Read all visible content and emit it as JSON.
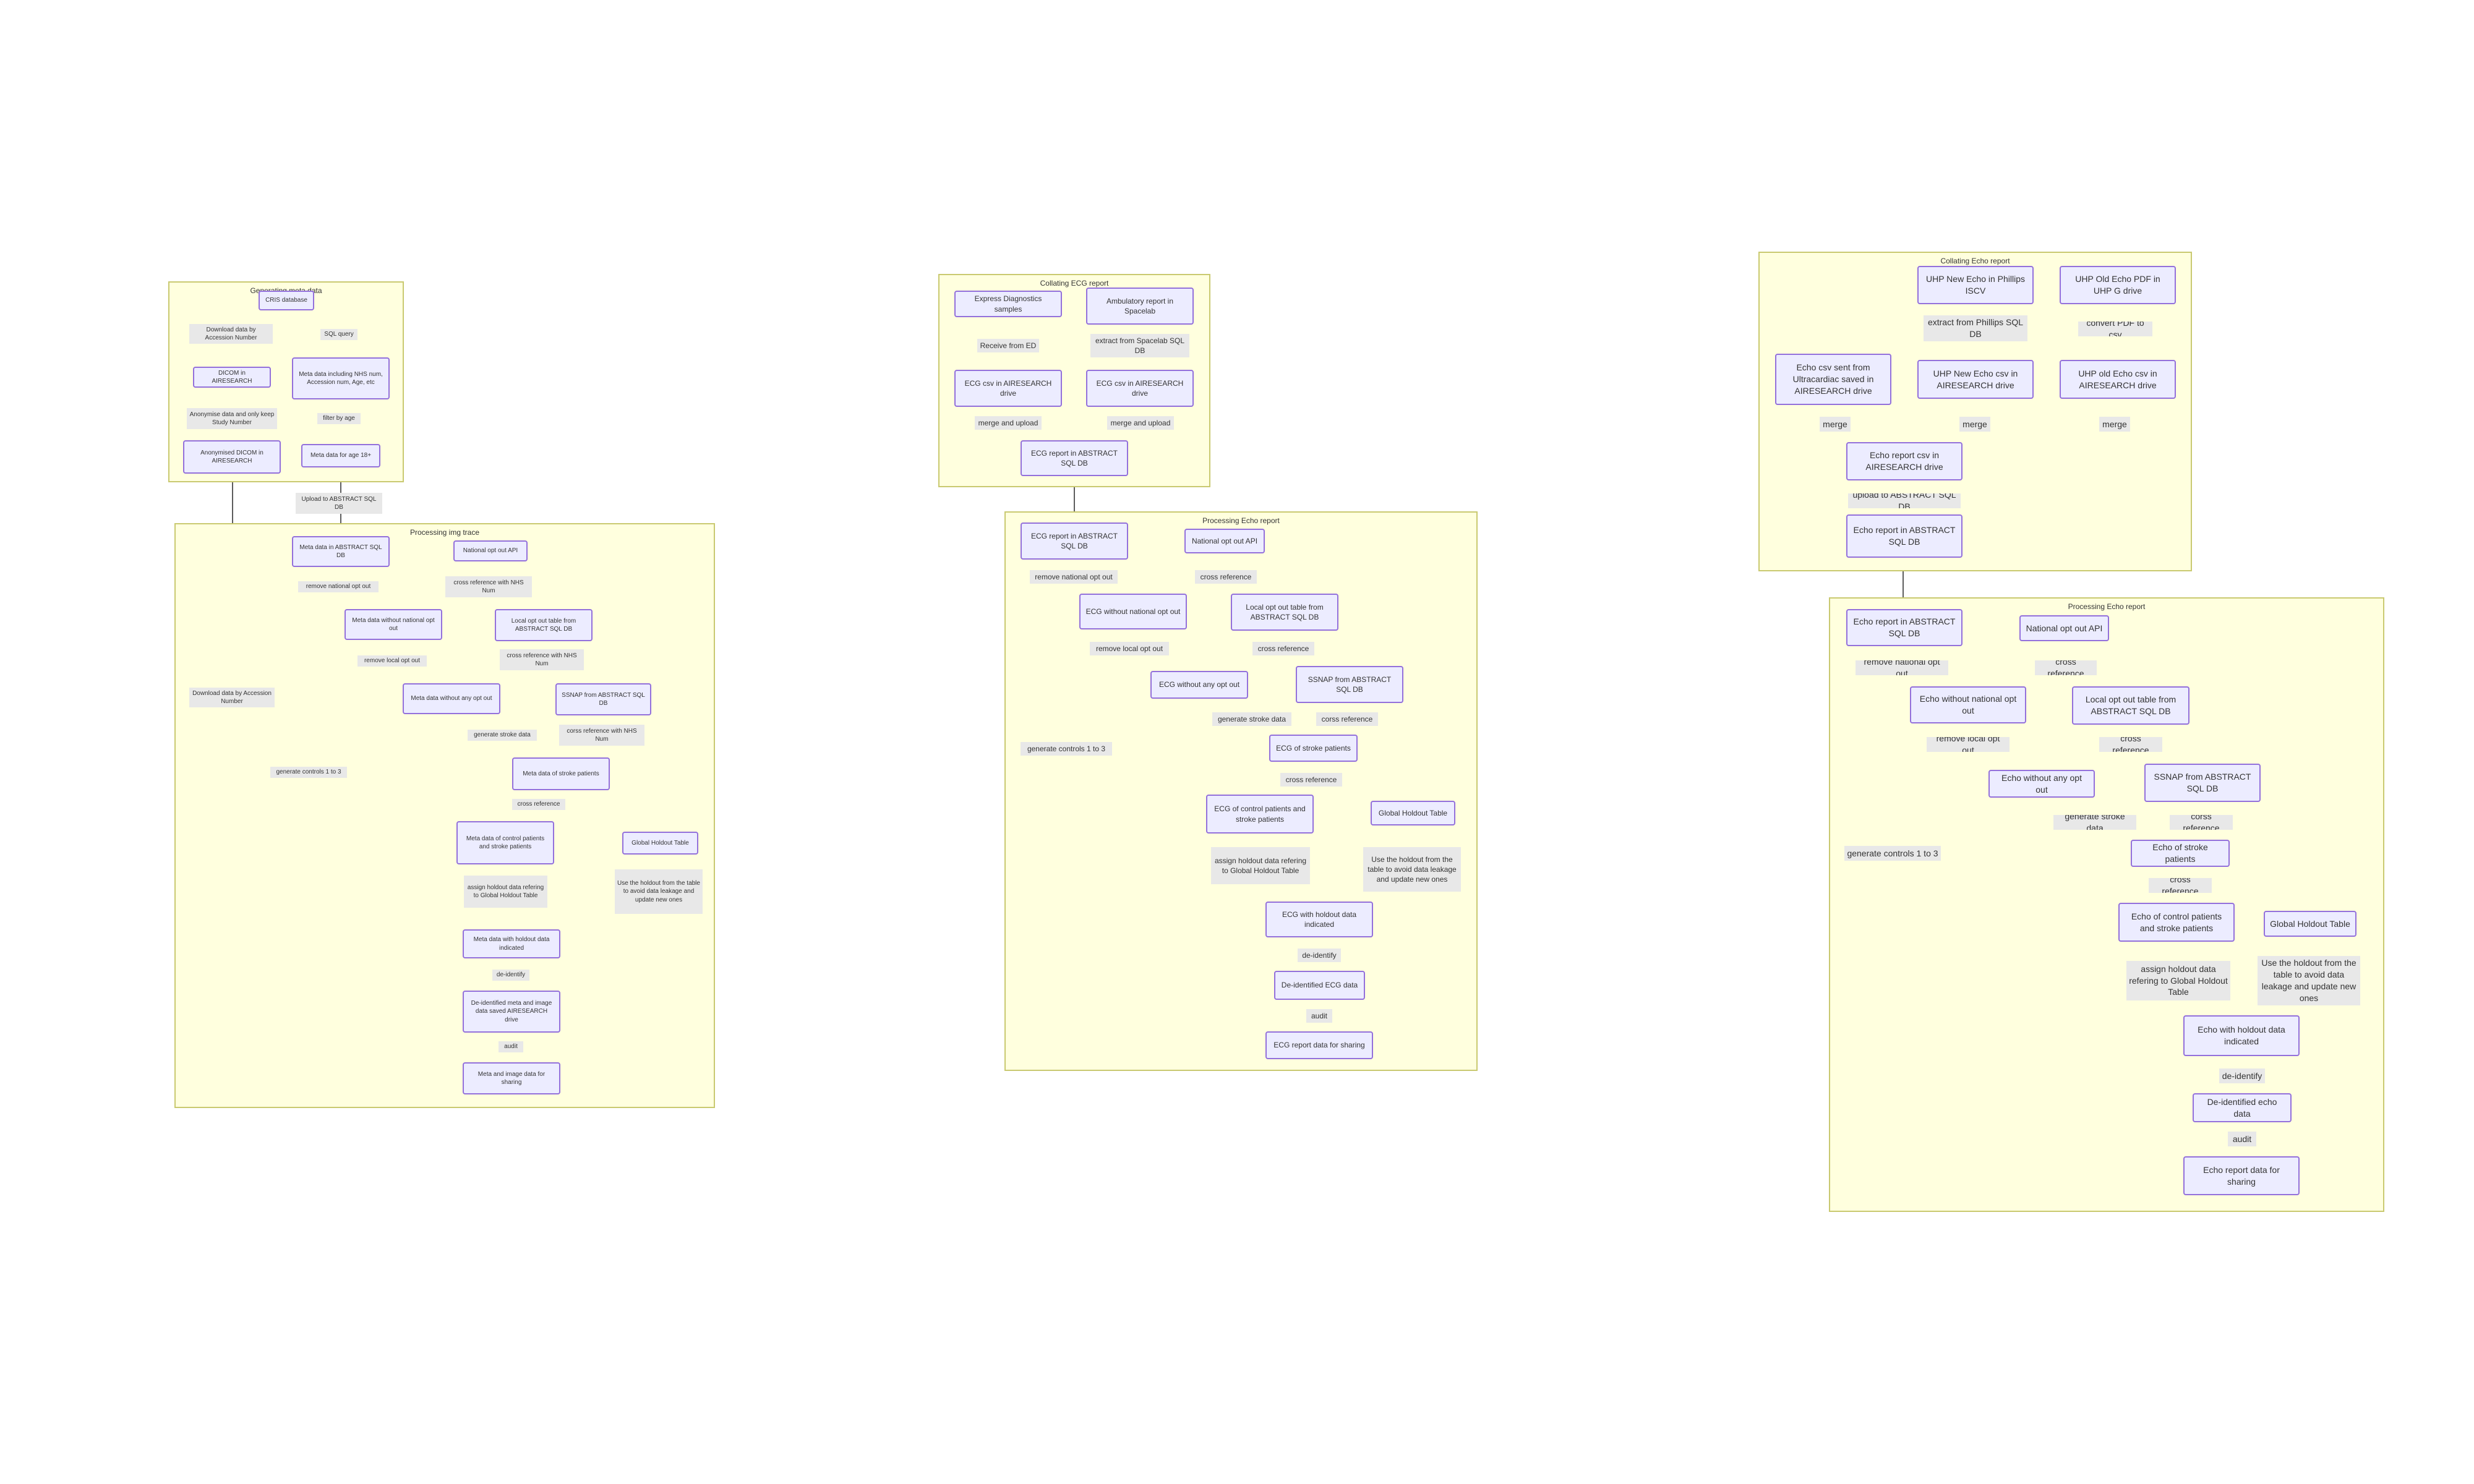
{
  "clusters": {
    "generating_meta": "Generating meta data",
    "processing_img": "Processing img trace",
    "collating_ecg": "Collating ECG report",
    "processing_ecg": "Processing Echo report",
    "collating_echo": "Collating Echo report",
    "processing_echo": "Processing Echo report"
  },
  "nodes": {
    "crs_db": "CRIS database",
    "dicom": "DICOM in AIRESEARCH",
    "anon_dicom": "Anonymised DICOM in AIRESEARCH",
    "meta_incl": "Meta data including NHS num, Accession num, Age, etc",
    "meta_age": "Meta data for age 18+",
    "meta_sql": "Meta data in ABSTRACT SQL DB",
    "m_natapi": "National opt out API",
    "meta_nonat": "Meta data without national opt out",
    "m_localopt": "Local opt out table from ABSTRACT SQL DB",
    "meta_noopt": "Meta data without any opt out",
    "m_ssnap": "SSNAP from ABSTRACT SQL DB",
    "meta_stroke": "Meta data of stroke patients",
    "meta_control": "Meta data of control patients and stroke patients",
    "m_holdout": "Global Holdout Table",
    "meta_holdout": "Meta data with holdout data indicated",
    "m_deid": "De-identified meta and image data saved AIRESEARCH drive",
    "m_share": "Meta and image data for sharing",
    "express": "Express Diagnostics samples",
    "ambulatory": "Ambulatory report in Spacelab",
    "ecg_csv1": "ECG csv in AIRESEARCH drive",
    "ecg_csv2": "ECG csv in AIRESEARCH drive",
    "ecg_sql1": "ECG report in ABSTRACT SQL DB",
    "ecg_sql2": "ECG report in ABSTRACT SQL DB",
    "e_natapi": "National opt out API",
    "ecg_nonat": "ECG without national opt out",
    "e_localopt": "Local opt out table from ABSTRACT SQL DB",
    "ecg_noopt": "ECG without any opt out",
    "e_ssnap": "SSNAP from ABSTRACT SQL DB",
    "ecg_stroke": "ECG of stroke patients",
    "ecg_control": "ECG of control patients and stroke patients",
    "e_holdout": "Global Holdout Table",
    "ecg_holdout": "ECG with holdout data indicated",
    "ecg_deid": "De-identified ECG data",
    "ecg_share": "ECG report data for sharing",
    "echo_phillips": "UHP New Echo in Phillips ISCV",
    "echo_pdf": "UHP Old Echo PDF in UHP G drive",
    "echo_ultra": "Echo csv sent from Ultracardiac saved in AIRESEARCH drive",
    "echo_new_csv": "UHP New Echo csv in AIRESEARCH drive",
    "echo_old_csv": "UHP old Echo csv in AIRESEARCH drive",
    "echo_csv": "Echo report csv in AIRESEARCH drive",
    "echo_sql1": "Echo report in ABSTRACT SQL DB",
    "echo_sql2": "Echo report in ABSTRACT SQL DB",
    "h_natapi": "National opt out API",
    "echo_nonat": "Echo without national opt out",
    "h_localopt": "Local opt out table from ABSTRACT SQL DB",
    "echo_noopt": "Echo without any opt out",
    "h_ssnap": "SSNAP from ABSTRACT SQL DB",
    "echo_stroke": "Echo of stroke patients",
    "echo_control": "Echo of control patients and stroke patients",
    "h_holdout": "Global Holdout Table",
    "echo_holdout": "Echo with holdout data indicated",
    "echo_deid": "De-identified echo data",
    "echo_share": "Echo report data for sharing"
  },
  "edge_labels": {
    "m_download1": "Download data by Accession Number",
    "m_sqlquery": "SQL query",
    "m_anonymise": "Anonymise data and only keep Study Number",
    "m_filter": "filter by age",
    "m_upload": "Upload to ABSTRACT SQL DB",
    "m_download2": "Download data by Accession Number",
    "m_remnat": "remove national opt out",
    "m_xref1": "cross reference with NHS Num",
    "m_remloc": "remove local opt out",
    "m_xref2": "cross reference with NHS Num",
    "m_genctrl": "generate controls 1 to 3",
    "m_genstroke": "generate stroke data",
    "m_xref3": "corss reference with NHS Num",
    "m_xref4": "cross reference",
    "m_assign": "assign holdout data refering to Global Holdout Table",
    "m_use": "Use the holdout from the table to avoid data leakage and update new ones",
    "m_deid": "de-identify",
    "m_audit": "audit",
    "e_recv": "Receive from ED",
    "e_extract": "extract from Spacelab SQL DB",
    "e_merge1": "merge and upload",
    "e_merge2": "merge and upload",
    "e_remnat": "remove national opt out",
    "e_xref1": "cross reference",
    "e_remloc": "remove local opt out",
    "e_xref2": "cross reference",
    "e_genctrl": "generate controls 1 to 3",
    "e_genstroke": "generate stroke data",
    "e_xref3": "corss reference",
    "e_xref4": "cross reference",
    "e_assign": "assign holdout data refering to Global Holdout Table",
    "e_use": "Use the holdout from the table to avoid data leakage and update new ones",
    "e_deid": "de-identify",
    "e_audit": "audit",
    "h_extract": "extract from Phillips SQL DB",
    "h_convert": "convert PDF to csv",
    "h_merge1": "merge",
    "h_merge2": "merge",
    "h_merge3": "merge",
    "h_upload": "upload to ABSTRACT SQL DB",
    "h_remnat": "remove national opt out",
    "h_xref1": "cross reference",
    "h_remloc": "remove local opt out",
    "h_xref2": "cross reference",
    "h_genctrl": "generate controls 1 to 3",
    "h_genstroke": "generate stroke data",
    "h_xref3": "corss reference",
    "h_xref4": "cross reference",
    "h_assign": "assign holdout data refering to Global Holdout Table",
    "h_use": "Use the holdout from the table to avoid data leakage and update new ones",
    "h_deid": "de-identify",
    "h_audit": "audit"
  }
}
